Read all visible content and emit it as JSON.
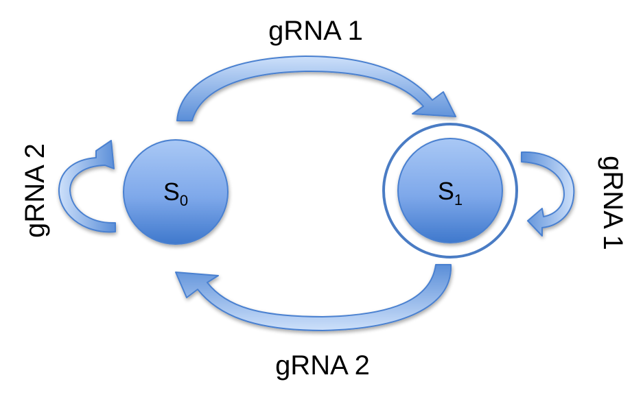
{
  "states": [
    {
      "id": "s0",
      "name": "S",
      "subscript": "0",
      "accepting": false
    },
    {
      "id": "s1",
      "name": "S",
      "subscript": "1",
      "accepting": true
    }
  ],
  "transitions": [
    {
      "from": "s0",
      "to": "s1",
      "label": "gRNA 1"
    },
    {
      "from": "s1",
      "to": "s0",
      "label": "gRNA 2"
    },
    {
      "from": "s0",
      "to": "s0",
      "label": "gRNA 2"
    },
    {
      "from": "s1",
      "to": "s1",
      "label": "gRNA 1"
    }
  ],
  "colors": {
    "node_light": "#a9c8f5",
    "node_dark": "#3f78cc",
    "arrow_light": "#b7d0f3",
    "arrow_dark": "#4a80d0",
    "ring": "#4a7cc4",
    "text": "#000000"
  }
}
